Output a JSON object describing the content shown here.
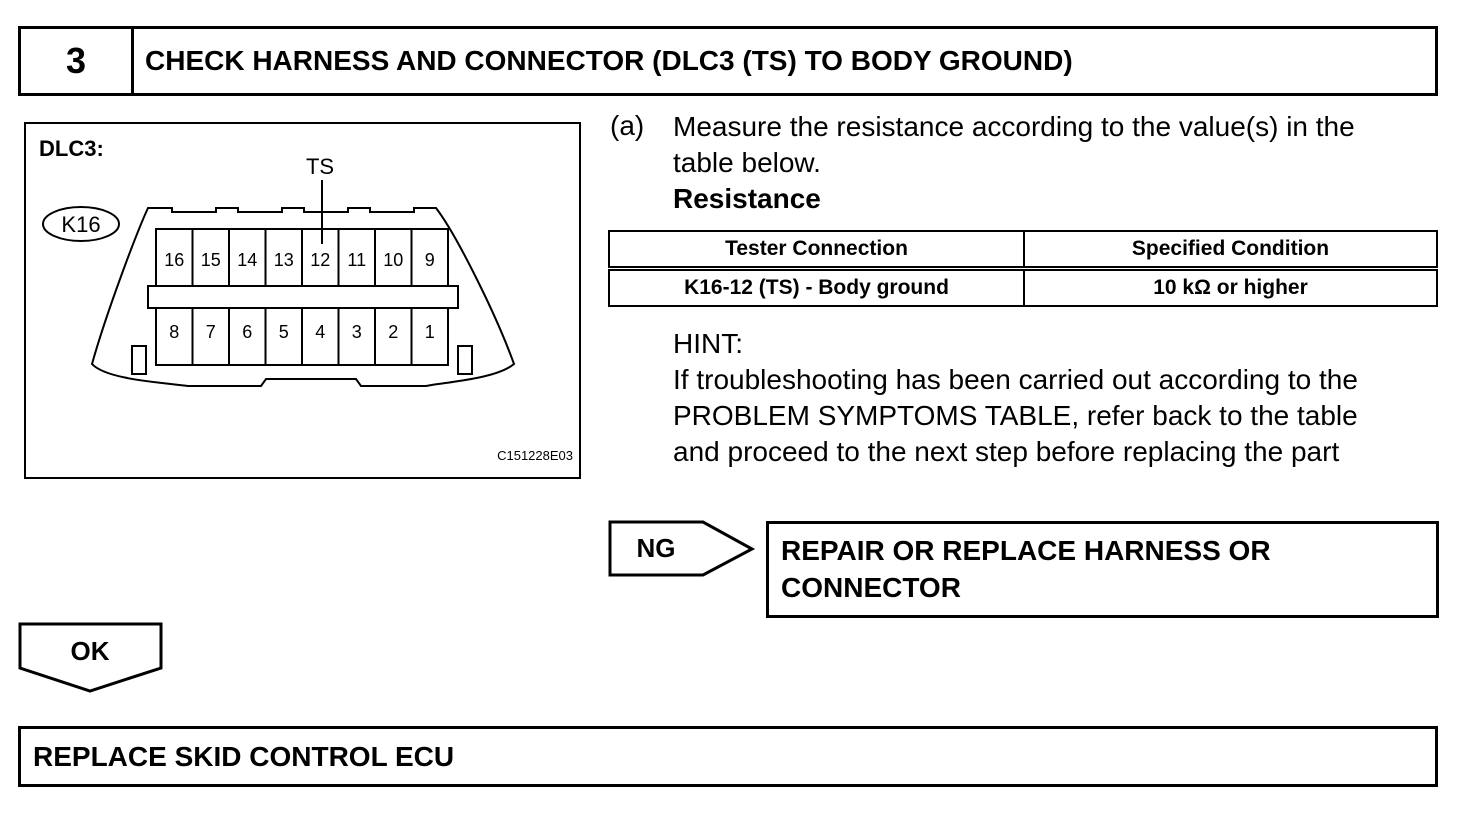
{
  "header": {
    "step_number": "3",
    "title": "CHECK HARNESS AND CONNECTOR (DLC3 (TS) TO BODY GROUND)"
  },
  "figure": {
    "title": "DLC3:",
    "terminal_label": "TS",
    "connector_code": "K16",
    "top_pins": [
      "16",
      "15",
      "14",
      "13",
      "12",
      "11",
      "10",
      "9"
    ],
    "bottom_pins": [
      "8",
      "7",
      "6",
      "5",
      "4",
      "3",
      "2",
      "1"
    ],
    "image_code": "C151228E03"
  },
  "step": {
    "letter": "(a)",
    "instruction_line1": "Measure the resistance according to the value(s) in the",
    "instruction_line2": "table below.",
    "subheading": "Resistance"
  },
  "table": {
    "headers": [
      "Tester Connection",
      "Specified Condition"
    ],
    "rows": [
      [
        "K16-12 (TS) - Body ground",
        "10 kΩ or higher"
      ]
    ]
  },
  "hint": {
    "label": "HINT:",
    "lines": [
      "If troubleshooting has been carried out according to the",
      "PROBLEM SYMPTOMS TABLE, refer back to the table",
      "and proceed to the next step before replacing the part"
    ]
  },
  "ng": {
    "label": "NG",
    "result_line1": "REPAIR OR REPLACE HARNESS OR",
    "result_line2": "CONNECTOR"
  },
  "ok": {
    "label": "OK",
    "result": "REPLACE SKID CONTROL ECU"
  }
}
